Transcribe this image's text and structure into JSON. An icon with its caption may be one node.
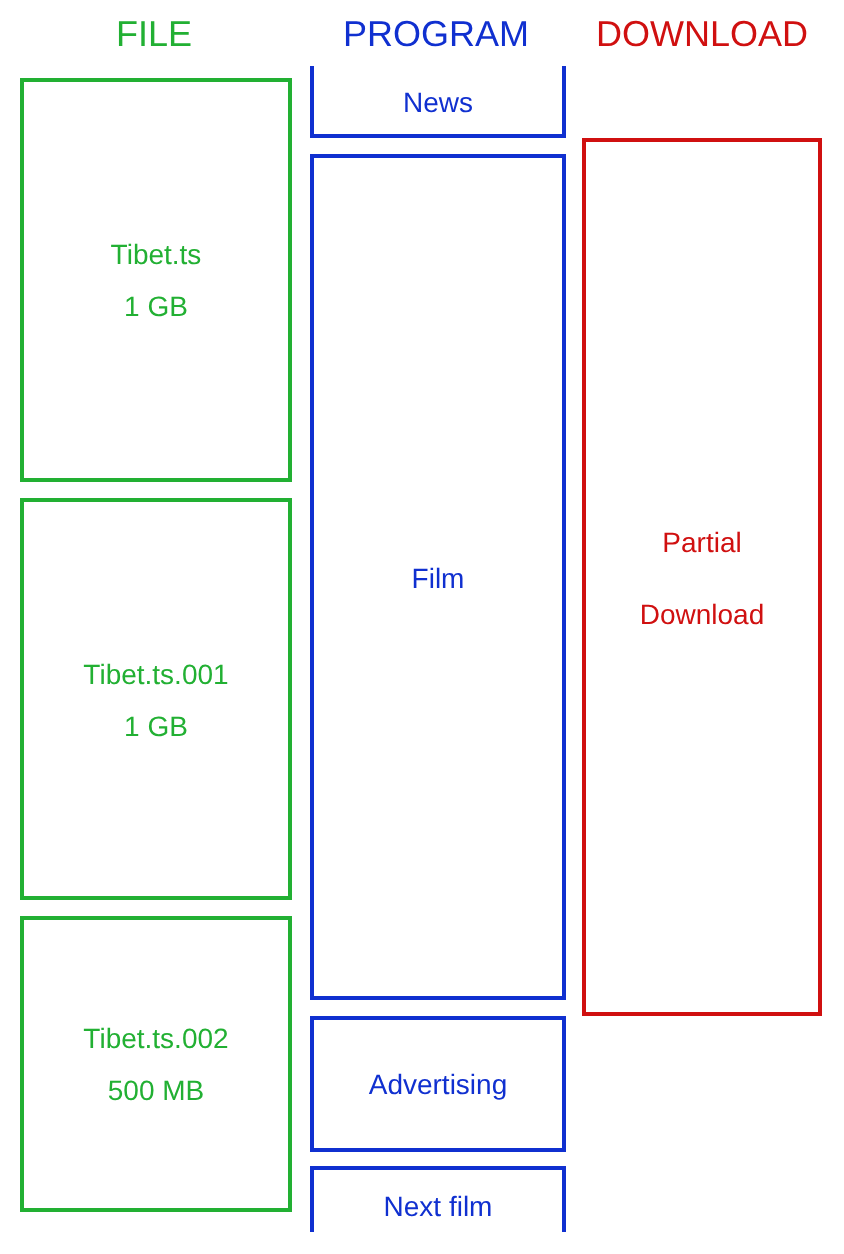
{
  "diagram": {
    "nodes": [
      {
        "text": [
          "Tibet.ts",
          "1 GB"
        ]
      },
      {
        "text": [
          "Tibet.ts.001",
          "1 GB"
        ]
      },
      {
        "text": [
          "Tibet.ts.002",
          "500 MB"
        ]
      },
      {
        "text": [
          "News"
        ]
      },
      {
        "text": [
          "Film"
        ]
      },
      {
        "text": [
          "Advertising"
        ]
      },
      {
        "text": [
          "Next film"
        ]
      },
      {
        "text": [
          "Partial Download"
        ]
      }
    ],
    "labels": [
      "FILE",
      "PROGRAM",
      "DOWNLOAD"
    ]
  }
}
